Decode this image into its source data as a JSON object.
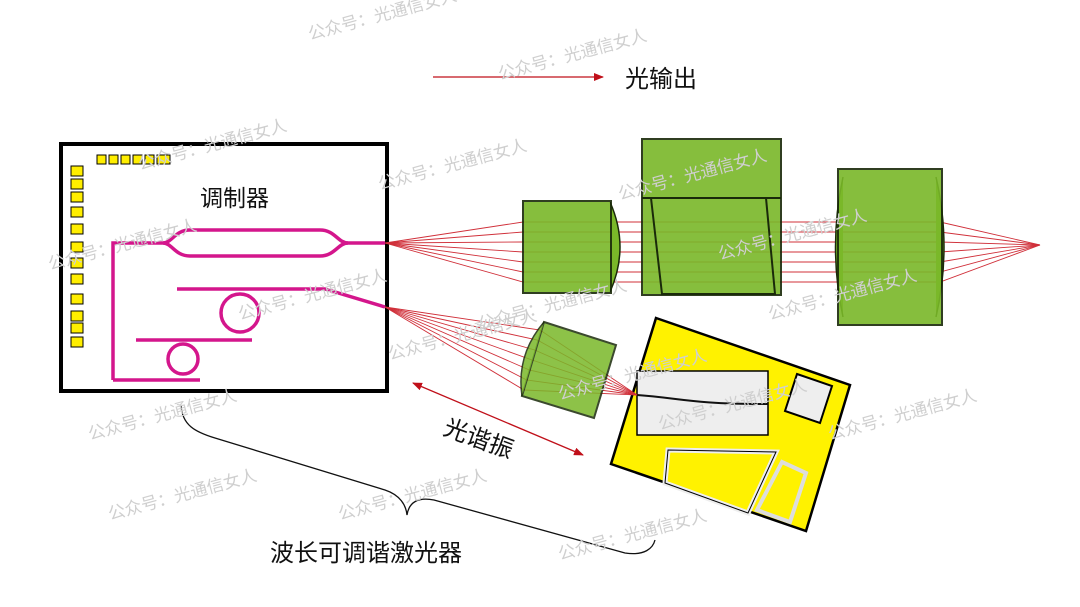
{
  "labels": {
    "output": "光输出",
    "modulator": "调制器",
    "resonance": "光谐振",
    "laser": "波长可调谐激光器"
  },
  "watermark": "公众号：光通信女人",
  "colors": {
    "waveguide": "#d4168c",
    "ray": "#d0303a",
    "lens": "#7ab829",
    "pad": "#ffee00",
    "plate": "#fff200",
    "block": "#eeeeee",
    "outline": "#000000"
  }
}
